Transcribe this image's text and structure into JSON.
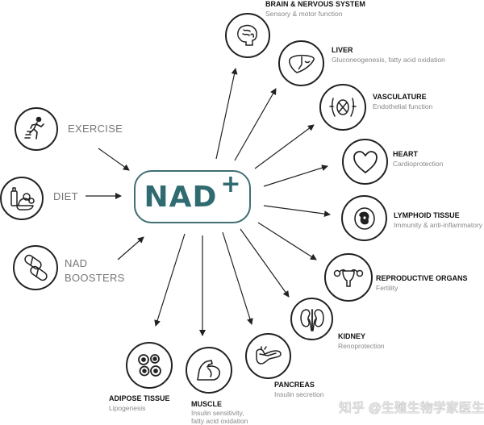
{
  "center": {
    "label": "NAD",
    "superscript": "+"
  },
  "inputs": [
    {
      "id": "exercise",
      "label": "EXERCISE",
      "icon": "running-icon"
    },
    {
      "id": "diet",
      "label": "DIET",
      "icon": "food-icon"
    },
    {
      "id": "boosters",
      "label_line1": "NAD",
      "label_line2": "BOOSTERS",
      "icon": "pills-icon"
    }
  ],
  "outputs": [
    {
      "id": "brain",
      "title": "BRAIN & NERVOUS SYSTEM",
      "subtitle": "Sensory & motor function",
      "icon": "brain-icon"
    },
    {
      "id": "liver",
      "title": "LIVER",
      "subtitle": "Gluconeogenesis, fatty acid oxidation",
      "icon": "liver-icon"
    },
    {
      "id": "vasculature",
      "title": "VASCULATURE",
      "subtitle": "Endothelial function",
      "icon": "blood-vessel-icon"
    },
    {
      "id": "heart",
      "title": "HEART",
      "subtitle": "Cardioprotection",
      "icon": "heart-icon"
    },
    {
      "id": "lymphoid",
      "title": "LYMPHOID TISSUE",
      "subtitle": "Immunity & anti-inflammatory",
      "icon": "lymph-cell-icon"
    },
    {
      "id": "reproductive",
      "title": "REPRODUCTIVE ORGANS",
      "subtitle": "Fertility",
      "icon": "uterus-icon"
    },
    {
      "id": "kidney",
      "title": "KIDNEY",
      "subtitle": "Renoprotection",
      "icon": "kidney-icon"
    },
    {
      "id": "pancreas",
      "title": "PANCREAS",
      "subtitle": "Insulin secretion",
      "icon": "pancreas-icon"
    },
    {
      "id": "muscle",
      "title": "MUSCLE",
      "subtitle_line1": "Insulin sensitivity,",
      "subtitle_line2": "fatty acid oxidation",
      "icon": "muscle-icon"
    },
    {
      "id": "adipose",
      "title": "ADIPOSE TISSUE",
      "subtitle": "Lipogenesis",
      "icon": "fat-cells-icon"
    }
  ],
  "watermark": "知乎 @生殖生物学家医生",
  "colors": {
    "hub": "#2f6b70",
    "outline": "#222222",
    "subtitle": "#888888"
  }
}
